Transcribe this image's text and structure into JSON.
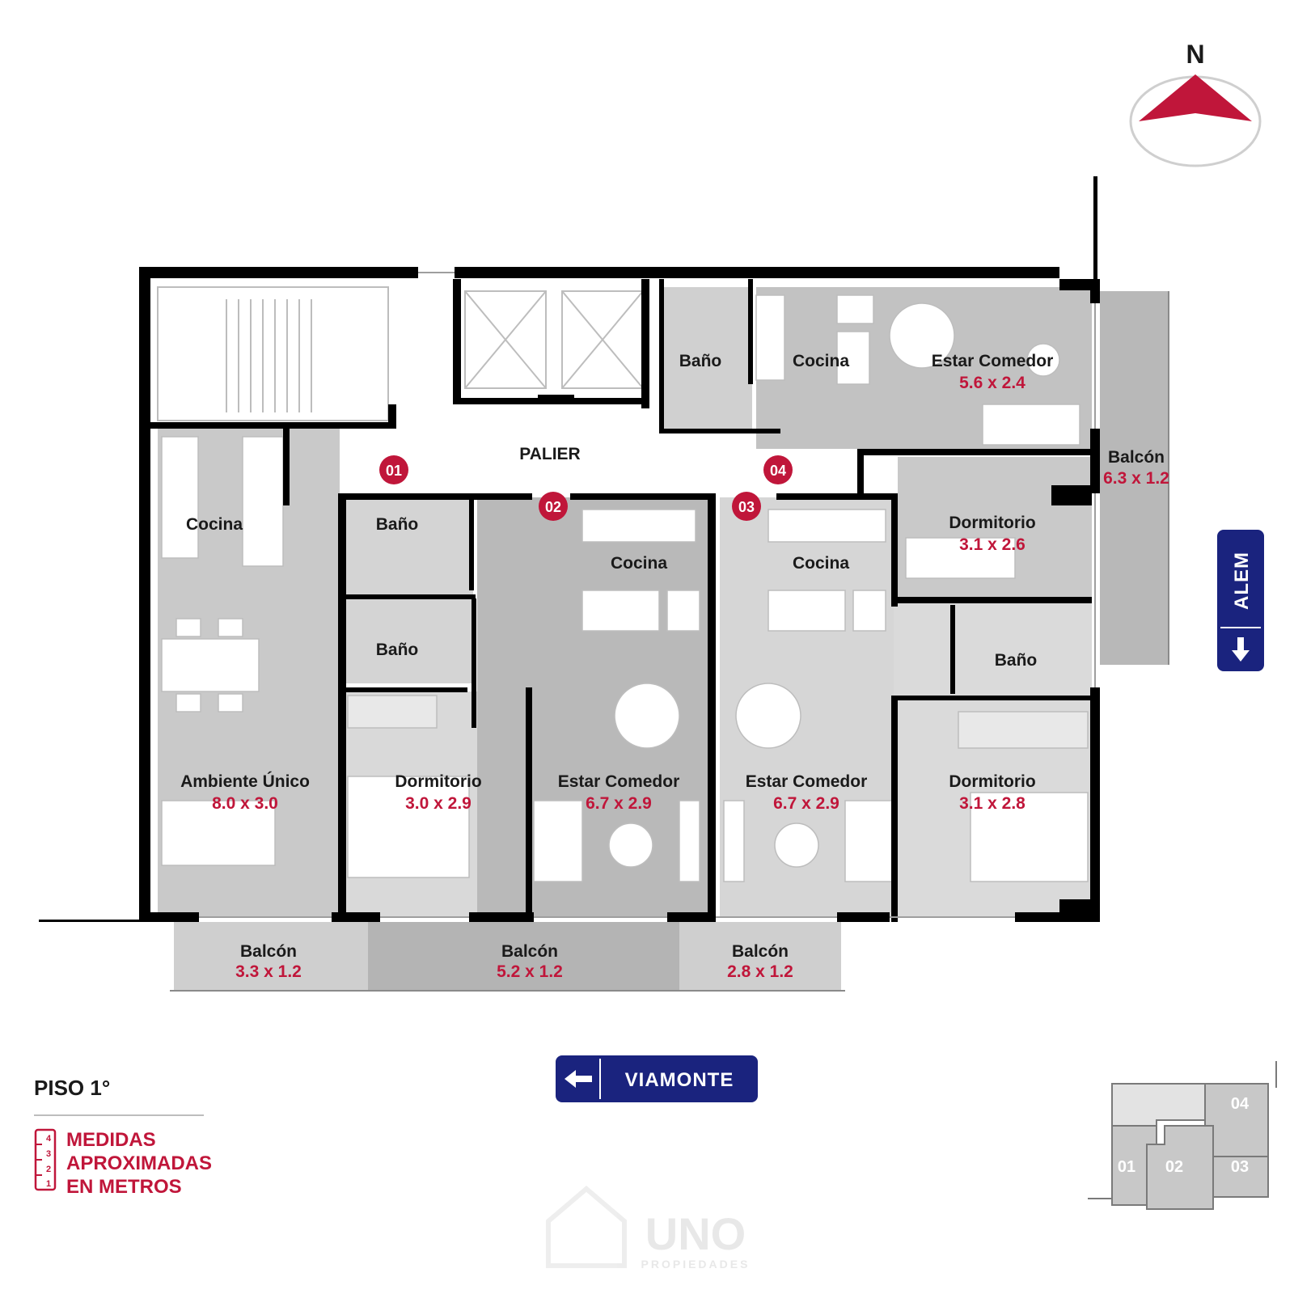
{
  "compass": {
    "label": "N"
  },
  "rooms": {
    "palier": "PALIER",
    "u01_cocina": "Cocina",
    "u01_ambiente": "Ambiente Único",
    "u01_ambiente_dim": "8.0 x 3.0",
    "u01_bano": "Baño",
    "u02_bano": "Baño",
    "u02_cocina": "Cocina",
    "u02_dormitorio": "Dormitorio",
    "u02_dormitorio_dim": "3.0 x 2.9",
    "u02_estar": "Estar Comedor",
    "u02_estar_dim": "6.7 x 2.9",
    "u03_cocina": "Cocina",
    "u03_estar": "Estar Comedor",
    "u03_estar_dim": "6.7 x 2.9",
    "u03_bano": "Baño",
    "u03_dormitorio": "Dormitorio",
    "u03_dormitorio_dim": "3.1 x 2.8",
    "u04_bano": "Baño",
    "u04_cocina": "Cocina",
    "u04_estar": "Estar Comedor",
    "u04_estar_dim": "5.6 x 2.4",
    "u04_dormitorio": "Dormitorio",
    "u04_dormitorio_dim": "3.1 x 2.6",
    "balcon_east": "Balcón",
    "balcon_east_dim": "6.3 x 1.2",
    "balcon_01": "Balcón",
    "balcon_01_dim": "3.3 x 1.2",
    "balcon_02": "Balcón",
    "balcon_02_dim": "5.2 x 1.2",
    "balcon_03": "Balcón",
    "balcon_03_dim": "2.8 x 1.2"
  },
  "units": [
    "01",
    "02",
    "03",
    "04"
  ],
  "streets": {
    "south": "VIAMONTE",
    "east": "ALEM"
  },
  "legend": {
    "floor": "PISO 1°",
    "measures_lines": [
      "MEDIDAS",
      "APROXIMADAS",
      "EN METROS"
    ],
    "ruler_ticks": [
      "4",
      "3",
      "2",
      "1"
    ]
  },
  "key_plan": {
    "labels": [
      "01",
      "02",
      "03",
      "04"
    ]
  },
  "watermark": {
    "brand": "UNO",
    "sub": "PROPIEDADES"
  },
  "colors": {
    "accent_red": "#c0163a",
    "street_blue": "#1a237e",
    "wall": "#000000",
    "floor_gray": "#c8c8c8",
    "floor_light": "#d9d9d9",
    "balcony_gray": "#b4b4b4"
  }
}
